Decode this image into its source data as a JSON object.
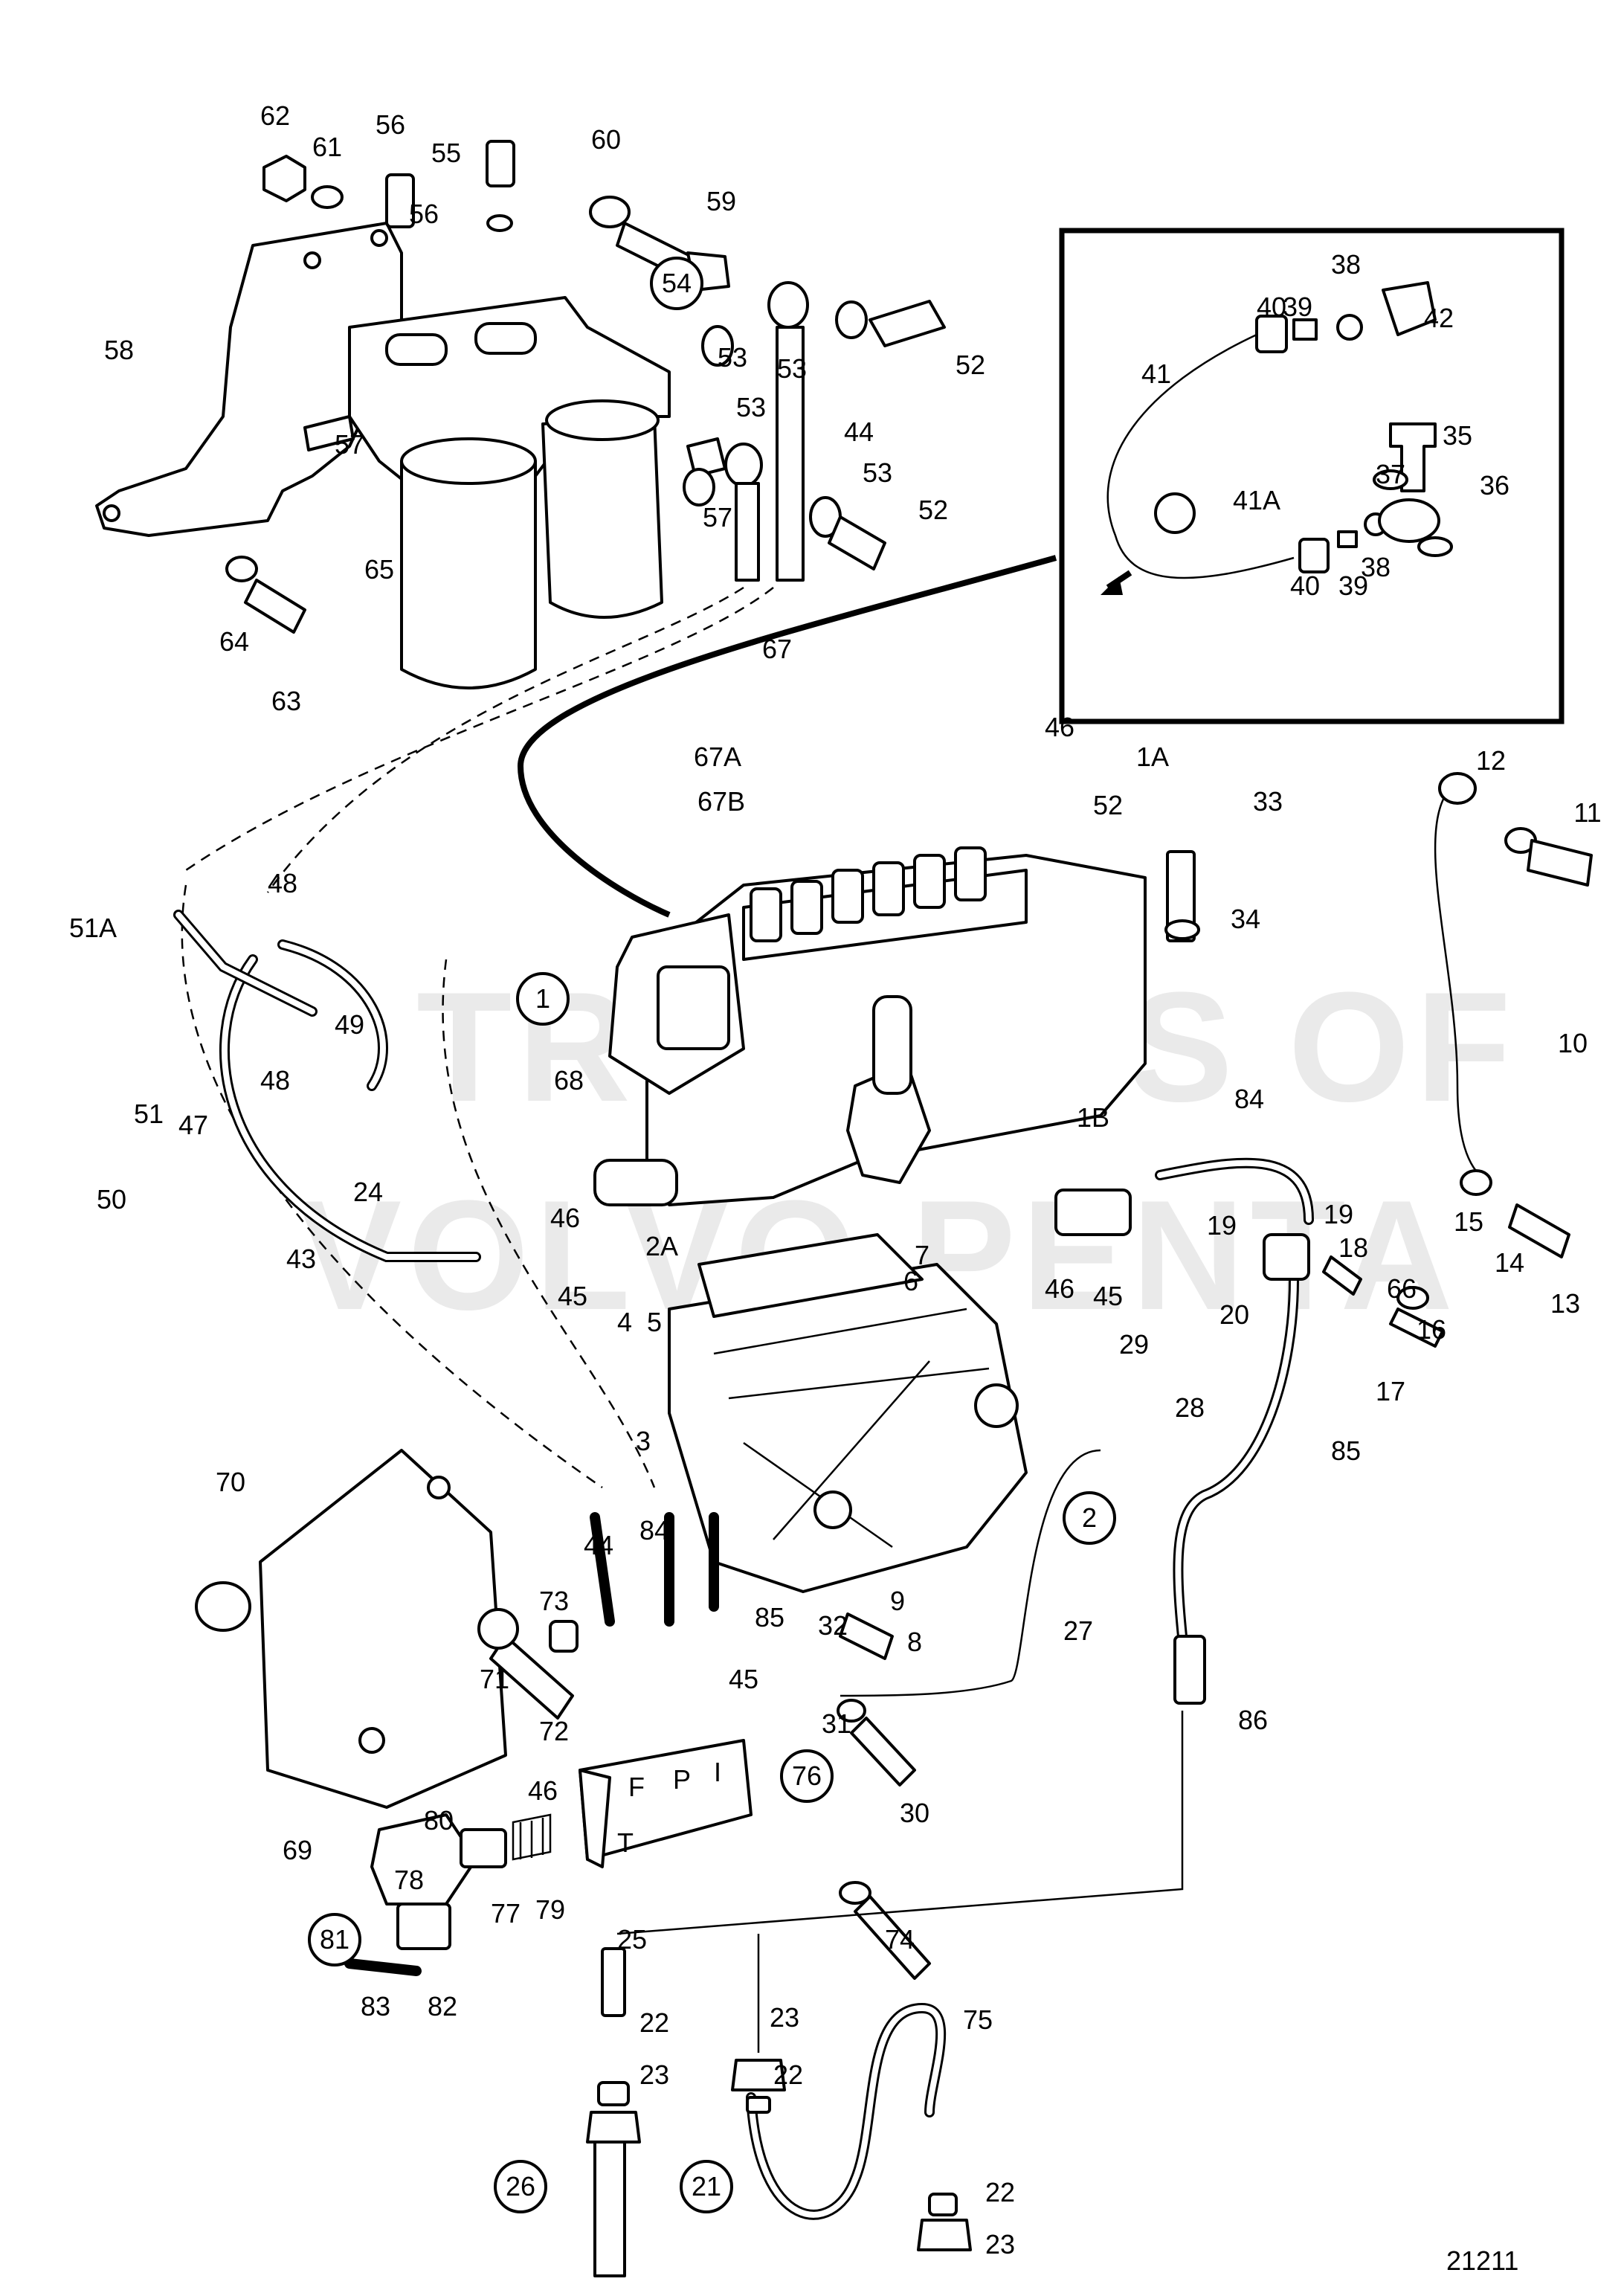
{
  "diagram": {
    "drawing_number": "21211",
    "watermark_lines": [
      "TROCHOS OF",
      "VOLVO PENTA"
    ],
    "part_labels": [
      {
        "text": "62",
        "circled": false
      },
      {
        "text": "61",
        "circled": false
      },
      {
        "text": "56",
        "circled": false
      },
      {
        "text": "55",
        "circled": false
      },
      {
        "text": "56",
        "circled": false
      },
      {
        "text": "60",
        "circled": false
      },
      {
        "text": "59",
        "circled": false
      },
      {
        "text": "54",
        "circled": true
      },
      {
        "text": "53",
        "circled": false
      },
      {
        "text": "53",
        "circled": false
      },
      {
        "text": "52",
        "circled": false
      },
      {
        "text": "58",
        "circled": false
      },
      {
        "text": "57",
        "circled": false
      },
      {
        "text": "53",
        "circled": false
      },
      {
        "text": "44",
        "circled": false
      },
      {
        "text": "53",
        "circled": false
      },
      {
        "text": "52",
        "circled": false
      },
      {
        "text": "57",
        "circled": false
      },
      {
        "text": "65",
        "circled": false
      },
      {
        "text": "64",
        "circled": false
      },
      {
        "text": "63",
        "circled": false
      },
      {
        "text": "38",
        "circled": false
      },
      {
        "text": "40",
        "circled": false
      },
      {
        "text": "39",
        "circled": false
      },
      {
        "text": "42",
        "circled": false
      },
      {
        "text": "41",
        "circled": false
      },
      {
        "text": "35",
        "circled": false
      },
      {
        "text": "37",
        "circled": false
      },
      {
        "text": "36",
        "circled": false
      },
      {
        "text": "41A",
        "circled": false
      },
      {
        "text": "38",
        "circled": false
      },
      {
        "text": "40",
        "circled": false
      },
      {
        "text": "39",
        "circled": false
      },
      {
        "text": "67",
        "circled": false
      },
      {
        "text": "46",
        "circled": false
      },
      {
        "text": "67A",
        "circled": false
      },
      {
        "text": "1A",
        "circled": false
      },
      {
        "text": "33",
        "circled": false
      },
      {
        "text": "12",
        "circled": false
      },
      {
        "text": "67B",
        "circled": false
      },
      {
        "text": "52",
        "circled": false
      },
      {
        "text": "11",
        "circled": false
      },
      {
        "text": "48",
        "circled": false
      },
      {
        "text": "34",
        "circled": false
      },
      {
        "text": "51A",
        "circled": false
      },
      {
        "text": "1",
        "circled": true
      },
      {
        "text": "49",
        "circled": false
      },
      {
        "text": "10",
        "circled": false
      },
      {
        "text": "68",
        "circled": false
      },
      {
        "text": "47",
        "circled": false
      },
      {
        "text": "48",
        "circled": false
      },
      {
        "text": "84",
        "circled": false
      },
      {
        "text": "51",
        "circled": false
      },
      {
        "text": "1B",
        "circled": false
      },
      {
        "text": "50",
        "circled": false
      },
      {
        "text": "24",
        "circled": false
      },
      {
        "text": "46",
        "circled": false
      },
      {
        "text": "19",
        "circled": false
      },
      {
        "text": "15",
        "circled": false
      },
      {
        "text": "19",
        "circled": false
      },
      {
        "text": "18",
        "circled": false
      },
      {
        "text": "14",
        "circled": false
      },
      {
        "text": "43",
        "circled": false
      },
      {
        "text": "2A",
        "circled": false
      },
      {
        "text": "7",
        "circled": false
      },
      {
        "text": "66",
        "circled": false
      },
      {
        "text": "13",
        "circled": false
      },
      {
        "text": "6",
        "circled": false
      },
      {
        "text": "46",
        "circled": false
      },
      {
        "text": "45",
        "circled": false
      },
      {
        "text": "20",
        "circled": false
      },
      {
        "text": "45",
        "circled": false
      },
      {
        "text": "16",
        "circled": false
      },
      {
        "text": "4",
        "circled": false
      },
      {
        "text": "5",
        "circled": false
      },
      {
        "text": "17",
        "circled": false
      },
      {
        "text": "29",
        "circled": false
      },
      {
        "text": "28",
        "circled": false
      },
      {
        "text": "3",
        "circled": false
      },
      {
        "text": "85",
        "circled": false
      },
      {
        "text": "70",
        "circled": false
      },
      {
        "text": "44",
        "circled": false
      },
      {
        "text": "84",
        "circled": false
      },
      {
        "text": "2",
        "circled": true
      },
      {
        "text": "73",
        "circled": false
      },
      {
        "text": "85",
        "circled": false
      },
      {
        "text": "9",
        "circled": false
      },
      {
        "text": "32",
        "circled": false
      },
      {
        "text": "8",
        "circled": false
      },
      {
        "text": "27",
        "circled": false
      },
      {
        "text": "71",
        "circled": false
      },
      {
        "text": "45",
        "circled": false
      },
      {
        "text": "86",
        "circled": false
      },
      {
        "text": "72",
        "circled": false
      },
      {
        "text": "31",
        "circled": false
      },
      {
        "text": "46",
        "circled": false
      },
      {
        "text": "30",
        "circled": false
      },
      {
        "text": "76",
        "circled": true
      },
      {
        "text": "69",
        "circled": false
      },
      {
        "text": "80",
        "circled": false
      },
      {
        "text": "78",
        "circled": false
      },
      {
        "text": "79",
        "circled": false
      },
      {
        "text": "77",
        "circled": false
      },
      {
        "text": "25",
        "circled": false
      },
      {
        "text": "81",
        "circled": true
      },
      {
        "text": "74",
        "circled": false
      },
      {
        "text": "83",
        "circled": false
      },
      {
        "text": "82",
        "circled": false
      },
      {
        "text": "75",
        "circled": false
      },
      {
        "text": "22",
        "circled": false
      },
      {
        "text": "23",
        "circled": false
      },
      {
        "text": "23",
        "circled": false
      },
      {
        "text": "22",
        "circled": false
      },
      {
        "text": "26",
        "circled": true
      },
      {
        "text": "21",
        "circled": true
      },
      {
        "text": "22",
        "circled": false
      },
      {
        "text": "23",
        "circled": false
      }
    ],
    "block_port_letters": [
      "F",
      "P",
      "I",
      "T"
    ]
  }
}
